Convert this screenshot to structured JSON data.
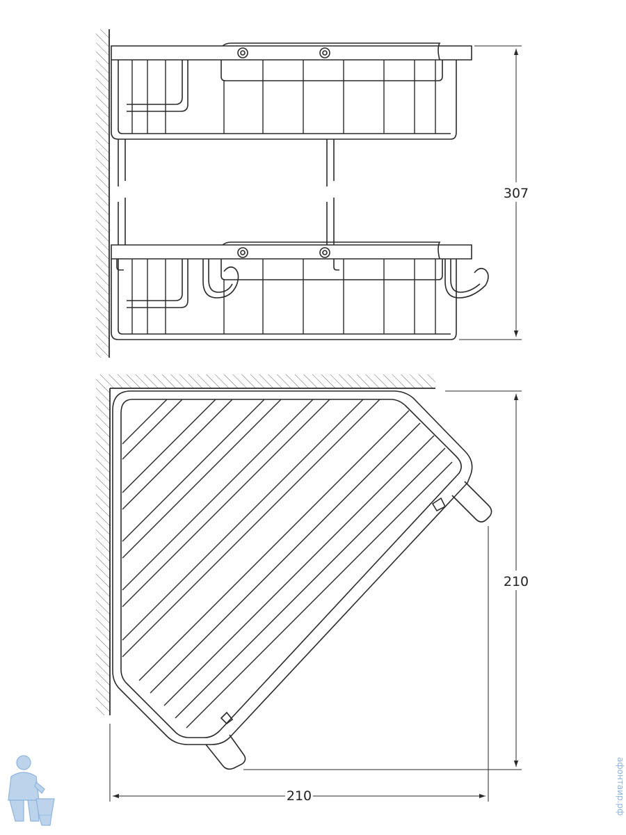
{
  "dimensions": {
    "height": "307",
    "depth": "210",
    "width": "210"
  },
  "watermark": {
    "site_text": "афонтаир.рф",
    "logo": "plumber-mascot-logo"
  },
  "colors": {
    "line": "#2a2a2a",
    "hatch": "#555555",
    "watermark": "#8fb4dc"
  }
}
